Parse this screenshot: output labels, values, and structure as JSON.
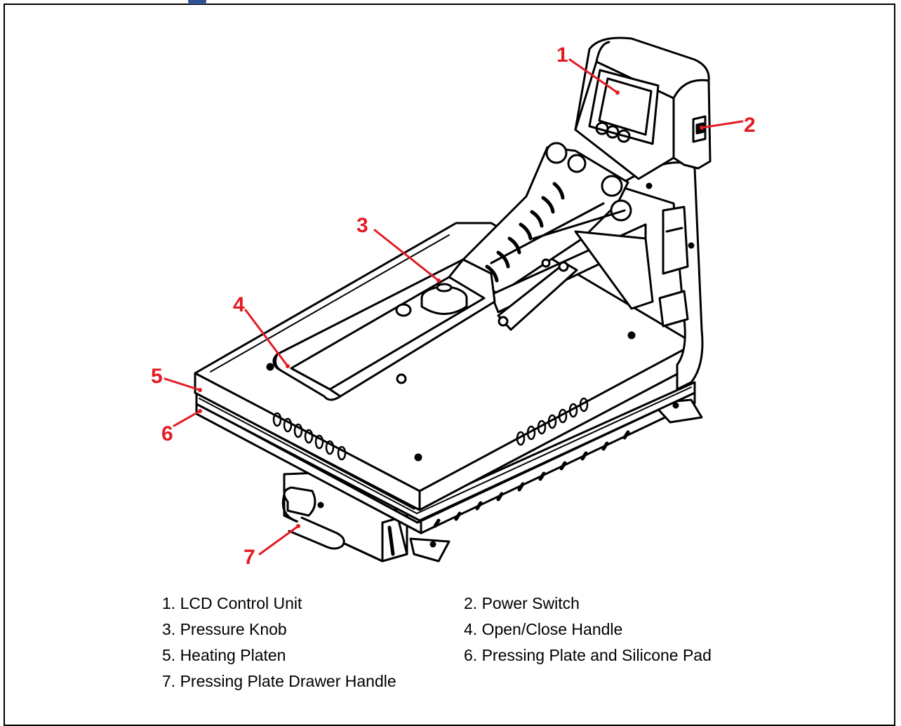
{
  "callouts": {
    "c1": "1",
    "c2": "2",
    "c3": "3",
    "c4": "4",
    "c5": "5",
    "c6": "6",
    "c7": "7"
  },
  "legend": [
    {
      "left": "1. LCD Control Unit",
      "right": "2. Power Switch"
    },
    {
      "left": "3. Pressure Knob",
      "right": "4. Open/Close Handle"
    },
    {
      "left": "5. Heating Platen",
      "right": "6. Pressing Plate and Silicone Pad"
    },
    {
      "left": "7. Pressing Plate Drawer Handle",
      "right": ""
    }
  ],
  "colors": {
    "callout": "#e31b23",
    "heading_fragment": "#2f5496",
    "line": "#000000"
  }
}
